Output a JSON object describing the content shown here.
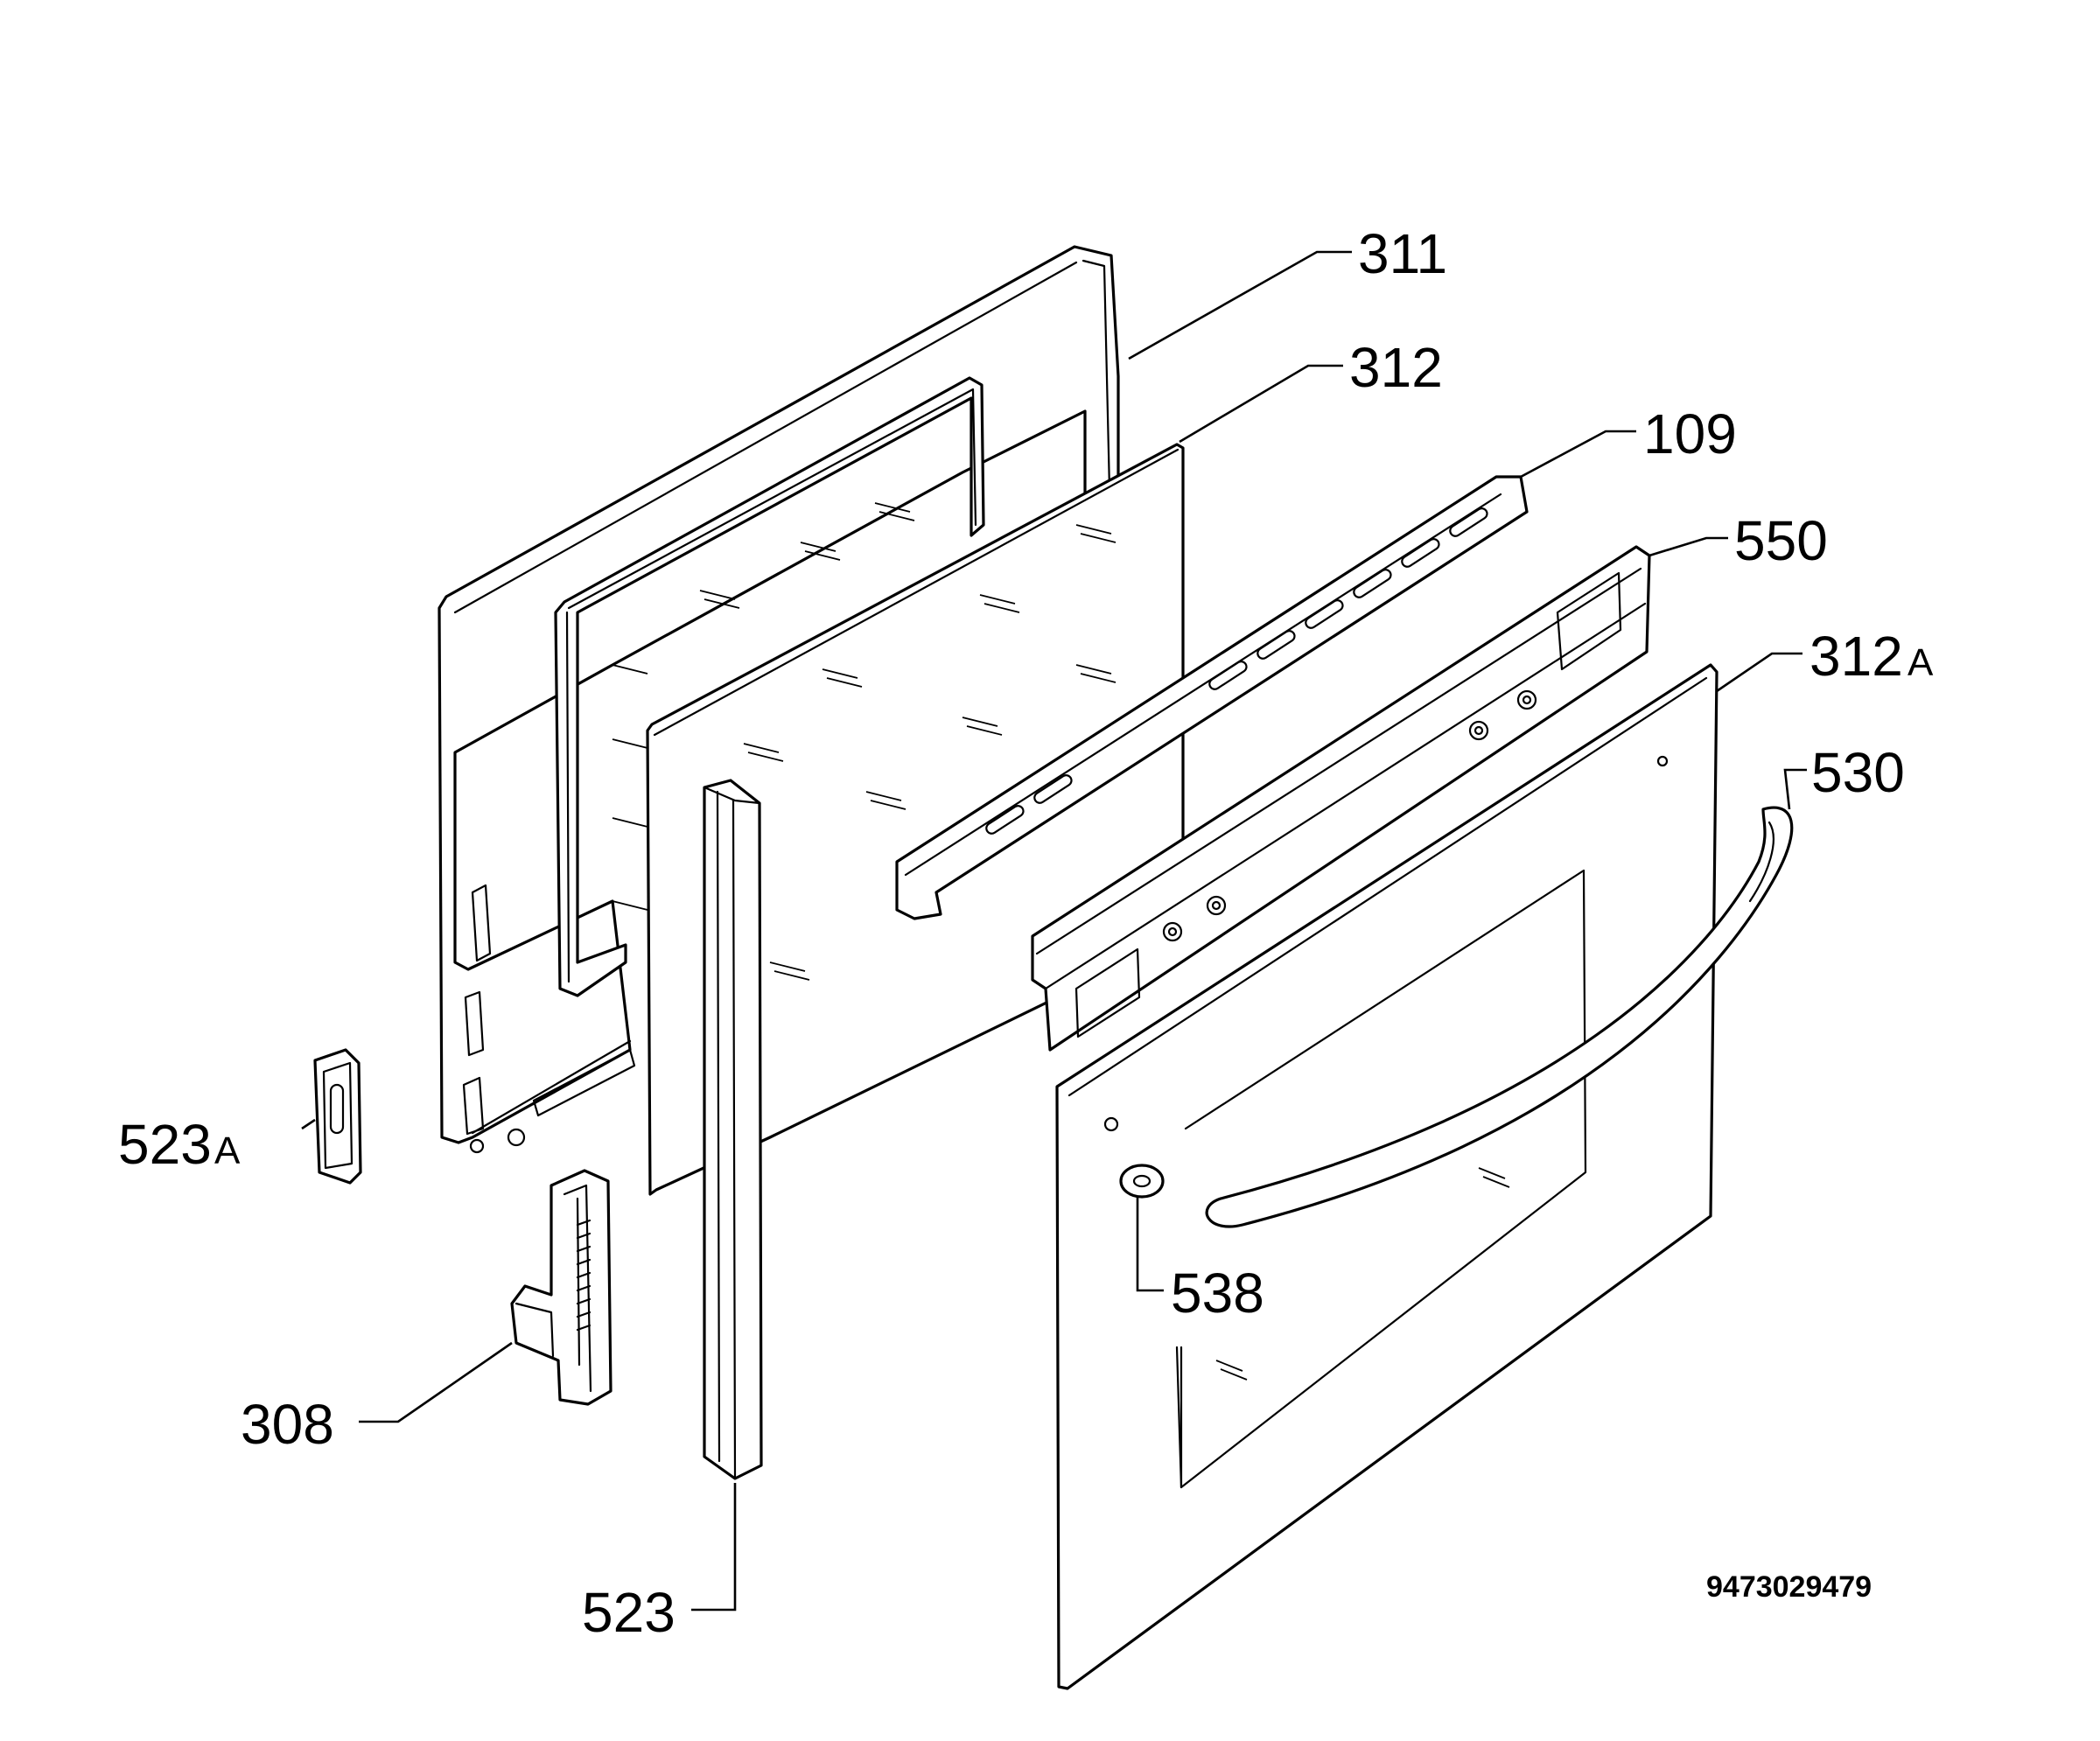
{
  "labels": {
    "p311": "311",
    "p312": "312",
    "p109": "109",
    "p550": "550",
    "p312a_num": "312",
    "p312a_suffix": "A",
    "p530": "530",
    "p523a_num": "523",
    "p523a_suffix": "A",
    "p538": "538",
    "p308": "308",
    "p523": "523"
  },
  "drawing_number": "9473029479"
}
